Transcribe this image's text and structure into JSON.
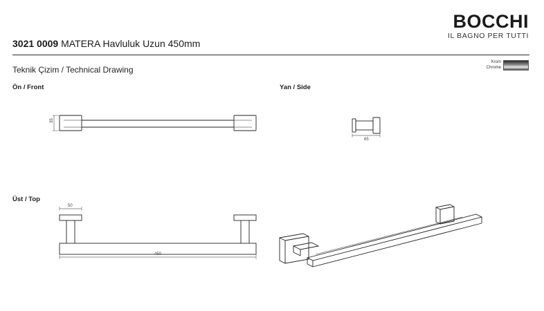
{
  "brand": {
    "name": "BOCCHI",
    "tagline": "IL BAGNO PER TUTTI"
  },
  "product": {
    "code": "3021 0009",
    "name": "MATERA Havluluk Uzun 450mm"
  },
  "subtitle": "Teknik Çizim / Technical Drawing",
  "finish": {
    "label_tr": "Krom",
    "label_en": "Chrome",
    "swatch_color": "#8d8d8d"
  },
  "views": {
    "front": "Ön / Front",
    "side": "Yan / Side",
    "top": "Üst / Top"
  },
  "dimensions": {
    "front_height": "35",
    "side_depth": "65",
    "top_depth": "50",
    "top_length": "450"
  }
}
